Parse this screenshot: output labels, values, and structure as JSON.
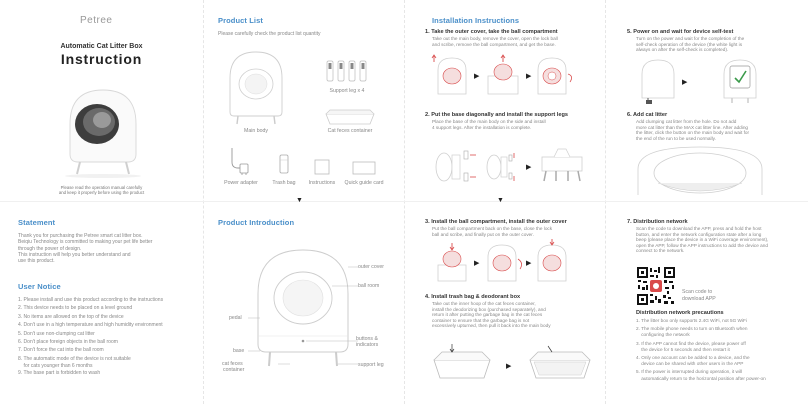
{
  "cover": {
    "brand": "Petree",
    "product": "Automatic Cat Litter Box",
    "title": "Instruction",
    "note_line1": "Please read the operation manual carefully",
    "note_line2": "and keep it properly before using the product"
  },
  "statement": {
    "heading": "Statement",
    "lines": [
      "Thank you for purchasing the Petree smart cat litter box.",
      "Beiqiu Technology is committed to making your pet life better",
      "through the power of design.",
      "This instruction will help you better understand and",
      "use this product."
    ]
  },
  "user_notice": {
    "heading": "User Notice",
    "items": [
      "1. Please install and use this product according to the instructions",
      "2. This device needs to be placed on a level ground",
      "3. No items are allowed on the top of the device",
      "4. Don't use in a high temperature and high humidity environment",
      "5. Don't use non-clumping cat litter",
      "6. Don't place foreign objects in the ball room",
      "7. Don't force the cat into the ball room",
      "8. The automatic mode of the device is not suitable",
      "    for cats younger than 6 months",
      "9. The base part is forbidden to wash"
    ]
  },
  "product_list": {
    "heading": "Product List",
    "subtitle": "Please carefully check the product list quantity",
    "items": {
      "main_body": "Main body",
      "support_leg": "Support leg x 4",
      "feces_container": "Cat feces container",
      "power_adapter": "Power adapter",
      "trash_bag": "Trash bag",
      "instructions": "Instructions",
      "quick_guide": "Quick guide card"
    }
  },
  "product_intro": {
    "heading": "Product Introduction",
    "labels": {
      "outer_cover": "outer cover",
      "ball_room": "ball room",
      "pedal": "pedal",
      "buttons_line1": "buttons &",
      "buttons_line2": "indicators",
      "base": "base",
      "feces_line1": "cat feces",
      "feces_line2": "container",
      "support_leg": "support leg"
    }
  },
  "installation": {
    "heading": "Installation Instructions",
    "steps": [
      {
        "title": "1.  Take the outer cover, take the ball compartment",
        "body": [
          "Take out the main body, remove the cover, open the lock ball",
          "and scribe, remove the ball compartment, and get the base."
        ]
      },
      {
        "title": "2.  Put the base diagonally and install the support legs",
        "body": [
          "Place the base of the main body on the side and install",
          "4 support legs. After the installation is complete."
        ]
      },
      {
        "title": "3.  Install the ball compartment, install the outer cover",
        "body": [
          "Put the ball compartment back on the base, close the lock",
          "ball and scribe, and finally put on the outer cover."
        ]
      },
      {
        "title": "4.  Install trash bag & deodorant box",
        "body": [
          "Take out the inner hoop of the cat feces container,",
          "install the deodorizing box (purchased separately), and",
          "return it after putting the garbage bag in the cat feces",
          "container to ensure that the garbage bag is not",
          "excessively upturned, then pull it back into the main body"
        ]
      }
    ]
  },
  "right": {
    "step5": {
      "title": "5.  Power on and wait for device self-test",
      "body": [
        "Turn on the power and wait for the completion of the",
        "self-check operation of the device (the white light is",
        "always on after the self-check is completed)."
      ]
    },
    "step6": {
      "title": "6.  Add cat litter",
      "body": [
        "Add clumping cat litter from the hole. Do not add",
        "more cat litter than the MAX cat litter line. After adding",
        "the litter, click the button on the main body and wait for",
        "the end of the run to be used normally."
      ]
    },
    "step7": {
      "title": "7.  Distribution network",
      "body": [
        "Scan the code to download the APP, press and hold the host",
        "button, and enter the network configuration state after a long",
        "beep (please place the device in a WiFi coverage environment),",
        "open the APP, follow the APP instructions to add the device and",
        "connect to the network."
      ],
      "scan_line1": "Scan code to",
      "scan_line2": "download APP"
    },
    "precautions": {
      "title": "Distribution network precautions",
      "items": [
        "1. The litter box only supports 2.4G WiFi, not 5G WiFi",
        "2. The mobile phone needs to turn on Bluetooth when",
        "    configuring the network",
        "3. If the APP cannot find the device, please power off",
        "    the device for 5 seconds and then restart it",
        "4. Only one account can be added to a device, and the",
        "    device can be shared with other users in the APP",
        "5. If the power is interrupted during operation, it will",
        "    automatically return to the horizontal position after power-on"
      ]
    }
  },
  "colors": {
    "heading_blue": "#4a8fc9",
    "accent_red": "#d94b4b",
    "check_green": "#3a9a4a"
  }
}
